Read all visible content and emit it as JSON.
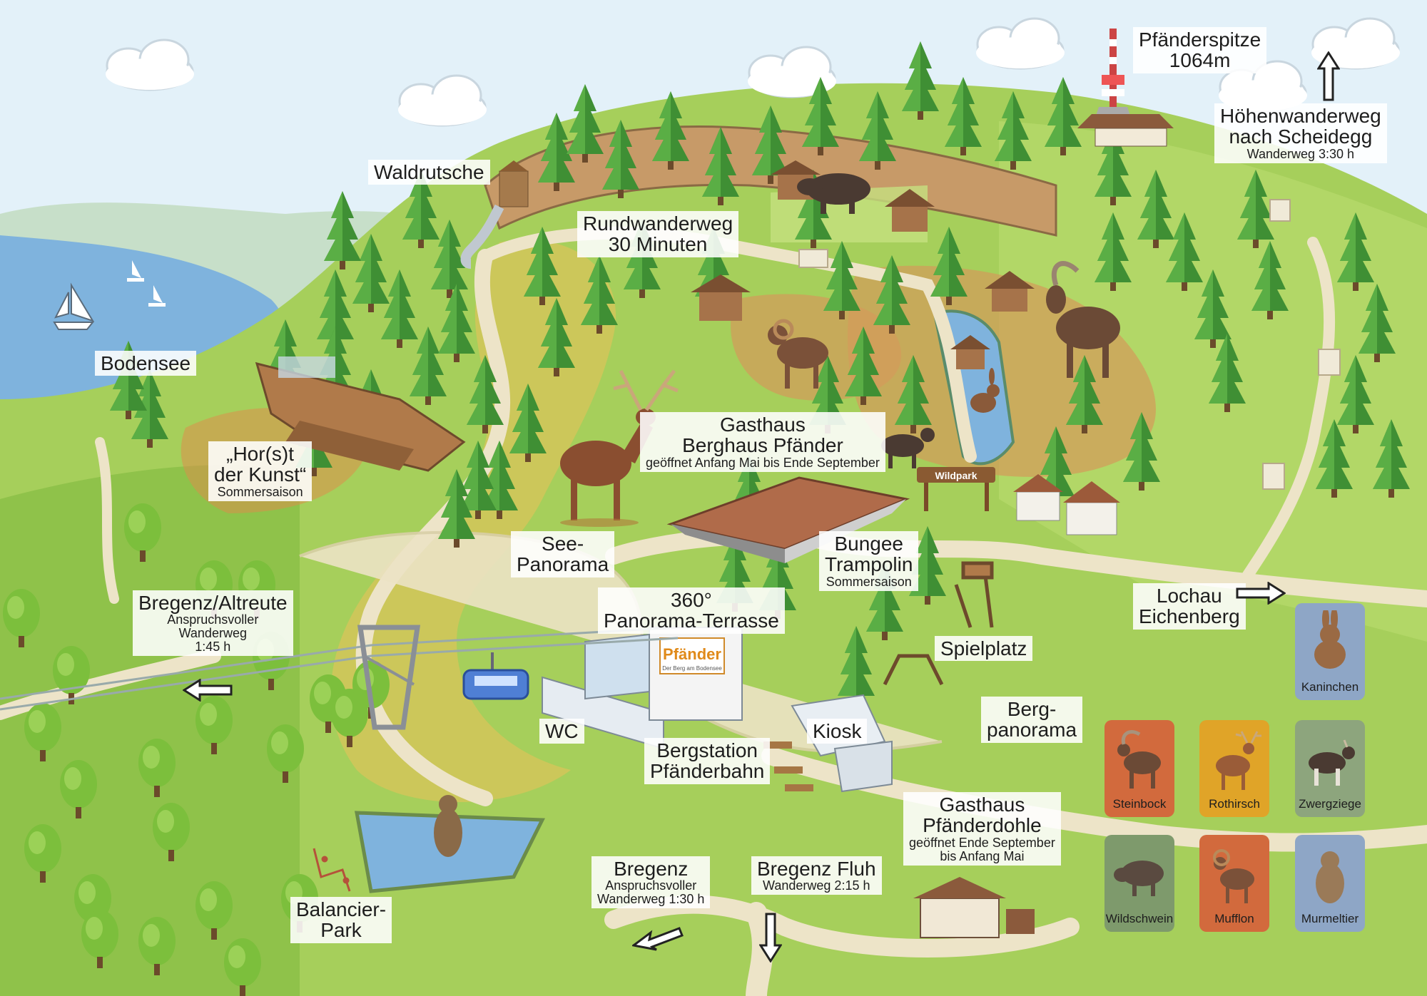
{
  "labels": {
    "pfaenderspitze": {
      "title_1": "Pfänderspitze",
      "title_2": "1064m"
    },
    "hoehenwanderweg": {
      "title_1": "Höhenwanderweg",
      "title_2": "nach Scheidegg",
      "sub": "Wanderweg 3:30 h"
    },
    "waldrutsche": {
      "title": "Waldrutsche"
    },
    "rundwanderweg": {
      "title_1": "Rundwanderweg",
      "title_2": "30 Minuten"
    },
    "bodensee": {
      "title": "Bodensee"
    },
    "horst": {
      "title_1": "„Hor(s)t",
      "title_2": "der Kunst“",
      "sub": "Sommersaison"
    },
    "gasthaus_berghaus": {
      "title_1": "Gasthaus",
      "title_2": "Berghaus Pfänder",
      "sub": "geöffnet Anfang Mai bis Ende September"
    },
    "see_panorama": {
      "title_1": "See-",
      "title_2": "Panorama"
    },
    "bungee": {
      "title_1": "Bungee",
      "title_2": "Trampolin",
      "sub": "Sommersaison"
    },
    "lochau": {
      "title_1": "Lochau",
      "title_2": "Eichenberg"
    },
    "bregenz_altreute": {
      "title": "Bregenz/Altreute",
      "sub_1": "Anspruchsvoller",
      "sub_2": "Wanderweg",
      "sub_3": "1:45 h"
    },
    "panorama_terrasse": {
      "title_1": "360°",
      "title_2": "Panorama-Terrasse"
    },
    "spielplatz": {
      "title": "Spielplatz"
    },
    "wc": {
      "title": "WC"
    },
    "kiosk": {
      "title": "Kiosk"
    },
    "bergpanorama": {
      "title_1": "Berg-",
      "title_2": "panorama"
    },
    "bergstation": {
      "title_1": "Bergstation",
      "title_2": "Pfänderbahn"
    },
    "gasthaus_pfaenderdohle": {
      "title_1": "Gasthaus",
      "title_2": "Pfänderdohle",
      "sub_1": "geöffnet Ende September",
      "sub_2": "bis Anfang Mai"
    },
    "bregenz": {
      "title": "Bregenz",
      "sub_1": "Anspruchsvoller",
      "sub_2": "Wanderweg 1:30 h"
    },
    "bregenz_fluh": {
      "title": "Bregenz Fluh",
      "sub": "Wanderweg 2:15 h"
    },
    "balancier_park": {
      "title_1": "Balancier-",
      "title_2": "Park"
    }
  },
  "signs": {
    "wildpark": "Wildpark",
    "station_logo": "Pfänder",
    "station_logo_sub": "Der Berg am Bodensee"
  },
  "legend": [
    {
      "name": "Kaninchen",
      "animal": "rabbit-icon",
      "color": "#8ea6c6"
    },
    {
      "name": "Steinbock",
      "animal": "ibex-icon",
      "color": "#d26a3d"
    },
    {
      "name": "Rothirsch",
      "animal": "red-deer-icon",
      "color": "#e0a428"
    },
    {
      "name": "Zwergziege",
      "animal": "dwarf-goat-icon",
      "color": "#8da57d"
    },
    {
      "name": "Wildschwein",
      "animal": "wild-boar-icon",
      "color": "#7e9a6c"
    },
    {
      "name": "Mufflon",
      "animal": "mouflon-icon",
      "color": "#d26a3d"
    },
    {
      "name": "Murmeltier",
      "animal": "marmot-icon",
      "color": "#8ea6c6"
    }
  ],
  "colors": {
    "sky": "#dfeff8",
    "grass": "#a6cf5b",
    "grass_light": "#c5e07f",
    "path": "#ede4c8",
    "lake": "#7fb3dd",
    "tree": "#3f8f34",
    "enclosure": "#d49a5a"
  }
}
